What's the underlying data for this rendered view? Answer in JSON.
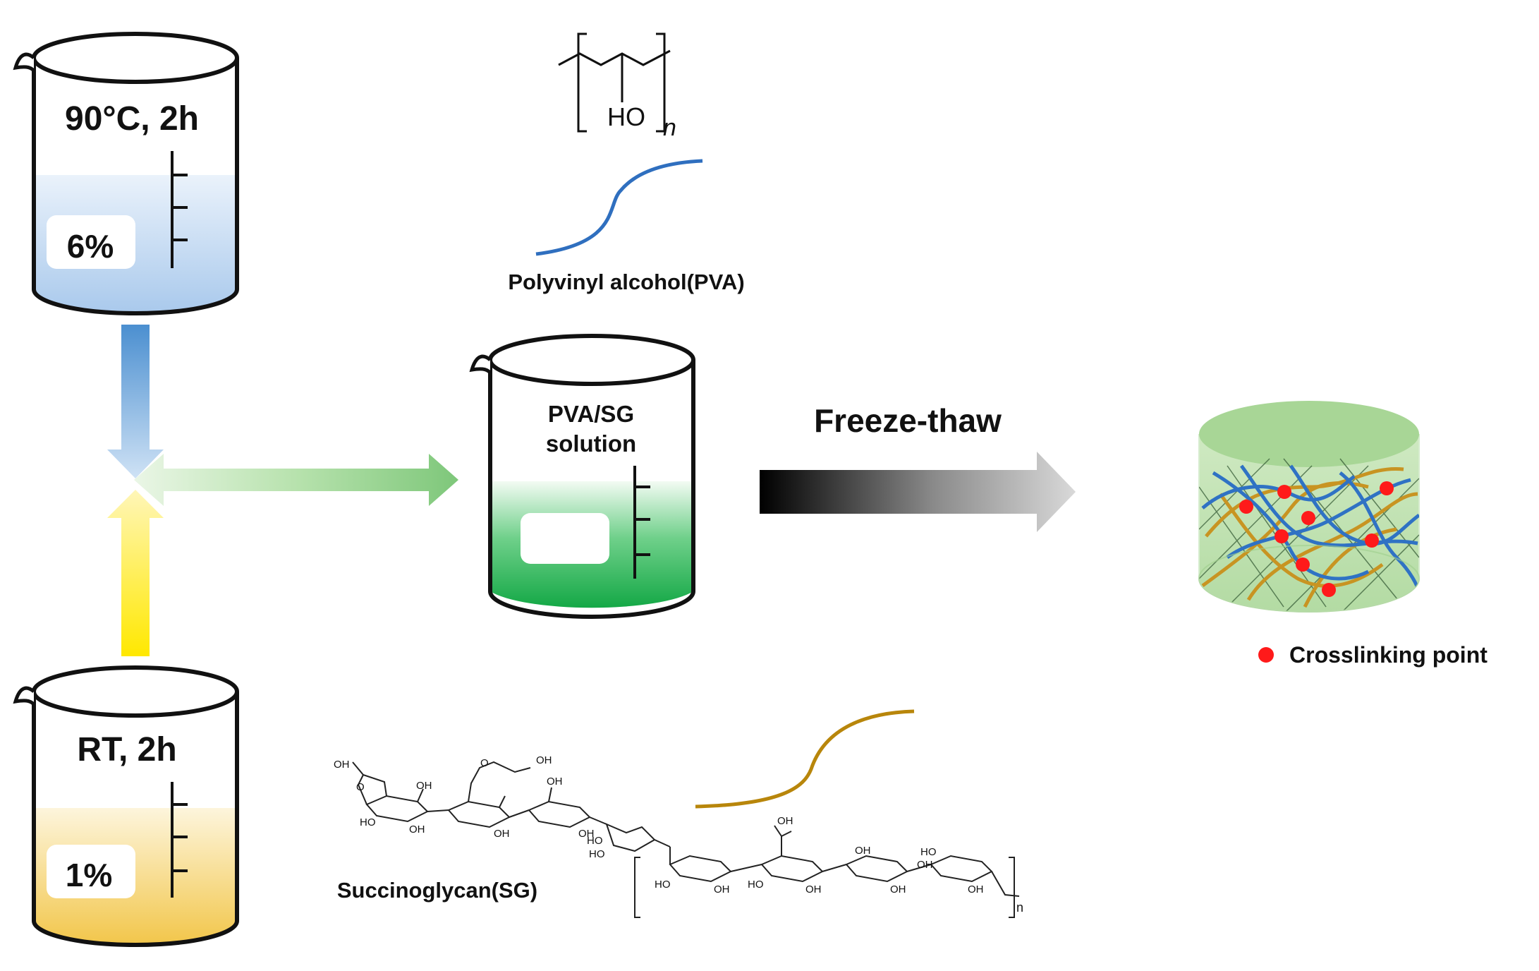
{
  "beakers": {
    "pva": {
      "condition": "90°C, 2h",
      "concentration": "6%"
    },
    "sg": {
      "condition": "RT, 2h",
      "concentration": "1%"
    },
    "mix": {
      "line1": "PVA/SG",
      "line2": "solution"
    }
  },
  "step": {
    "label": "Freeze-thaw"
  },
  "pva_structure": {
    "ho_label": "HO",
    "n_label": "n",
    "name": "Polyvinyl alcohol(PVA)"
  },
  "sg_structure": {
    "name": "Succinoglycan(SG)",
    "n_label": "n",
    "oh": "OH",
    "ho": "HO",
    "o": "O"
  },
  "legend": {
    "crosslink_label": "Crosslinking point"
  },
  "colors": {
    "pva_chain": "#2f6fbf",
    "sg_chain": "#b8860b",
    "crosslink": "#ff1a1a",
    "hydrogel": "#9fd18a",
    "pva_liquid": "#b7d3ef",
    "sg_liquid": "#f4d060",
    "mix_liquid": "#1fae4a"
  }
}
